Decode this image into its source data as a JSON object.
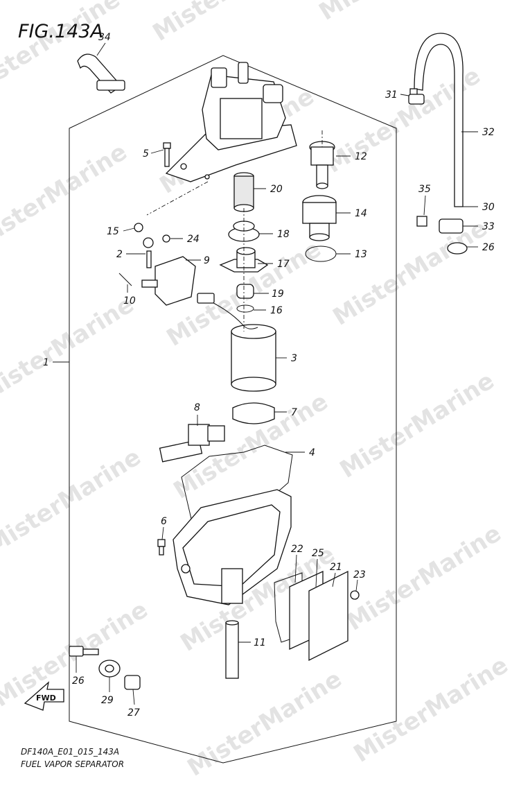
{
  "figure": {
    "title": "FIG.143A",
    "model_code": "DF140A_E01_015_143A",
    "caption": "FUEL VAPOR SEPARATOR"
  },
  "direction_marker": {
    "label": "FWD"
  },
  "watermark": {
    "text": "MisterMarine"
  },
  "callouts": [
    "34",
    "5",
    "12",
    "31",
    "32",
    "20",
    "35",
    "30",
    "15",
    "24",
    "18",
    "14",
    "33",
    "26",
    "2",
    "9",
    "17",
    "13",
    "10",
    "19",
    "16",
    "1",
    "3",
    "7",
    "8",
    "4",
    "6",
    "22",
    "25",
    "21",
    "23",
    "11",
    "26",
    "29",
    "27"
  ]
}
